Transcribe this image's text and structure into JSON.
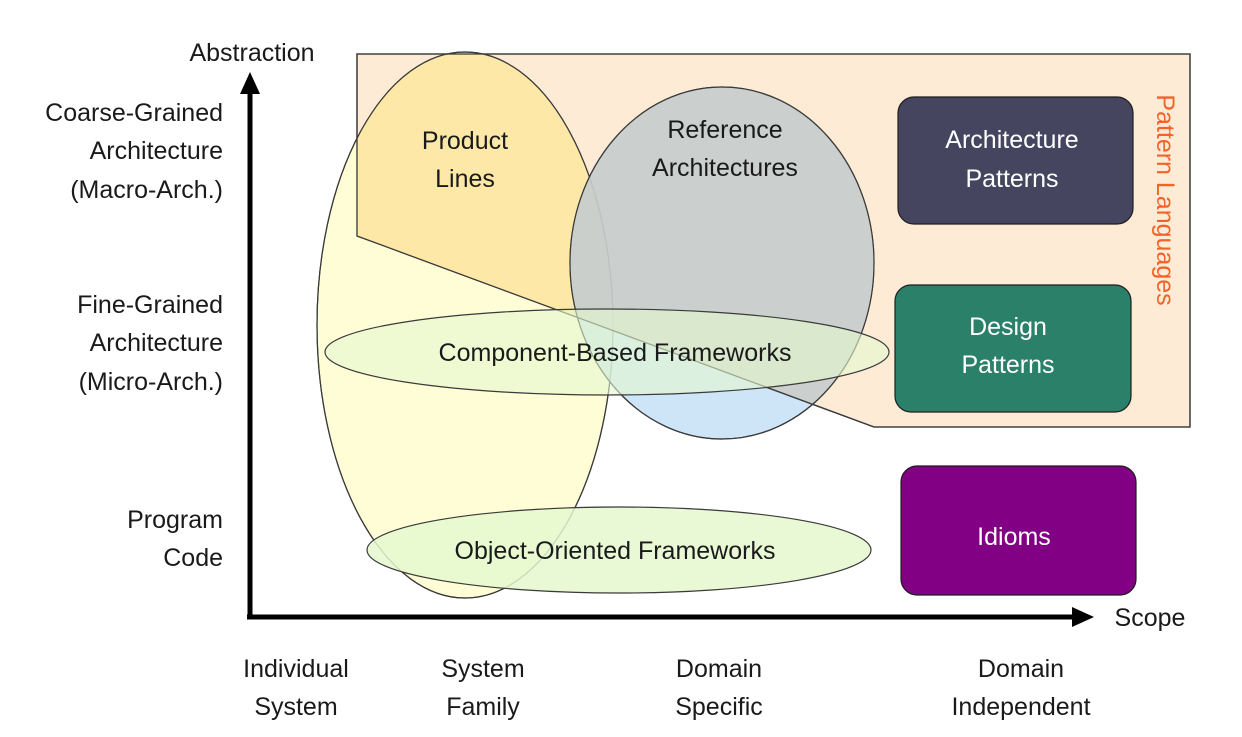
{
  "axes": {
    "y_title": "Abstraction",
    "x_title": "Scope",
    "y_levels": [
      [
        "Coarse-Grained",
        "Architecture",
        "(Macro-Arch.)"
      ],
      [
        "Fine-Grained",
        "Architecture",
        "(Micro-Arch.)"
      ],
      [
        "Program",
        "Code"
      ]
    ],
    "x_categories": [
      [
        "Individual",
        "System"
      ],
      [
        "System",
        "Family"
      ],
      [
        "Domain",
        "Specific"
      ],
      [
        "Domain",
        "Independent"
      ]
    ]
  },
  "regions": {
    "pattern_languages": "Pattern Languages",
    "product_lines": [
      "Product",
      "Lines"
    ],
    "reference_architectures": [
      "Reference",
      "Architectures"
    ],
    "component_frameworks": "Component-Based Frameworks",
    "oo_frameworks": "Object-Oriented Frameworks"
  },
  "boxes": {
    "architecture_patterns": [
      "Architecture",
      "Patterns"
    ],
    "design_patterns": [
      "Design",
      "Patterns"
    ],
    "idioms": "Idioms"
  },
  "colors": {
    "pattern_languages_fill": "#fdebd6",
    "pattern_languages_text": "#f0642a",
    "product_lines_fill": "#fffcc8",
    "reference_architectures_fill": "#b9d9f3",
    "frameworks_fill": "#e5f8cf",
    "architecture_patterns_fill": "#454560",
    "design_patterns_fill": "#2a8068",
    "idioms_fill": "#820083"
  }
}
